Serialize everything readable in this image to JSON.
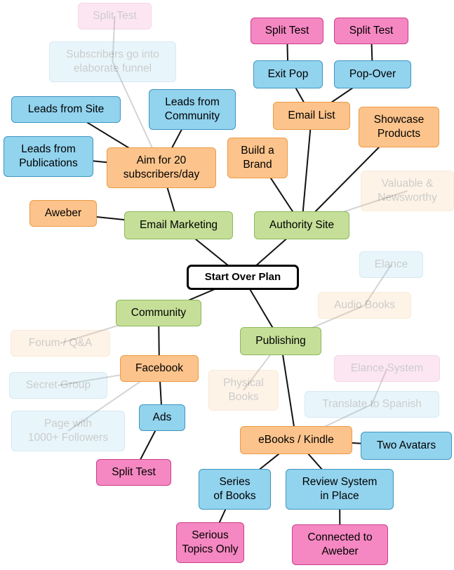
{
  "diagram": {
    "nodes": [
      {
        "id": "root",
        "text": "Start Over Plan",
        "style": "root"
      },
      {
        "id": "email_marketing",
        "text": "Email Marketing",
        "style": "green"
      },
      {
        "id": "aweber",
        "text": "Aweber",
        "style": "orange"
      },
      {
        "id": "aim20",
        "text": "Aim for 20\nsubscribers/day",
        "style": "orange"
      },
      {
        "id": "leads_site",
        "text": "Leads from Site",
        "style": "blue"
      },
      {
        "id": "leads_pubs",
        "text": "Leads from\nPublications",
        "style": "blue"
      },
      {
        "id": "leads_comm",
        "text": "Leads from\nCommunity",
        "style": "blue"
      },
      {
        "id": "subs_funnel",
        "text": "Subscribers go into\nelaborate funnel",
        "style": "blue",
        "faded": true
      },
      {
        "id": "split_faded",
        "text": "Split Test",
        "style": "pink",
        "faded": true
      },
      {
        "id": "authority_site",
        "text": "Authority Site",
        "style": "green"
      },
      {
        "id": "build_brand",
        "text": "Build a\nBrand",
        "style": "orange"
      },
      {
        "id": "email_list",
        "text": "Email List",
        "style": "orange"
      },
      {
        "id": "showcase",
        "text": "Showcase\nProducts",
        "style": "orange"
      },
      {
        "id": "valuable",
        "text": "Valuable &\nNewsworthy",
        "style": "orange",
        "faded": true
      },
      {
        "id": "exit_pop",
        "text": "Exit Pop",
        "style": "blue"
      },
      {
        "id": "pop_over",
        "text": "Pop-Over",
        "style": "blue"
      },
      {
        "id": "split_exit",
        "text": "Split Test",
        "style": "pink"
      },
      {
        "id": "split_pop",
        "text": "Split Test",
        "style": "pink"
      },
      {
        "id": "community",
        "text": "Community",
        "style": "green"
      },
      {
        "id": "forum",
        "text": "Forum / Q&A",
        "style": "orange",
        "faded": true
      },
      {
        "id": "facebook",
        "text": "Facebook",
        "style": "orange"
      },
      {
        "id": "secret_group",
        "text": "Secret Group",
        "style": "blue",
        "faded": true
      },
      {
        "id": "page_followers",
        "text": "Page with\n1000+ Followers",
        "style": "blue",
        "faded": true
      },
      {
        "id": "ads",
        "text": "Ads",
        "style": "blue"
      },
      {
        "id": "split_ads",
        "text": "Split Test",
        "style": "pink"
      },
      {
        "id": "publishing",
        "text": "Publishing",
        "style": "green"
      },
      {
        "id": "elance",
        "text": "Elance",
        "style": "blue",
        "faded": true
      },
      {
        "id": "audio_books",
        "text": "Audio Books",
        "style": "orange",
        "faded": true
      },
      {
        "id": "physical_books",
        "text": "Physical\nBooks",
        "style": "orange",
        "faded": true
      },
      {
        "id": "elance_system",
        "text": "Elance System",
        "style": "pink",
        "faded": true
      },
      {
        "id": "translate",
        "text": "Translate to Spanish",
        "style": "blue",
        "faded": true
      },
      {
        "id": "ebooks",
        "text": "eBooks / Kindle",
        "style": "orange"
      },
      {
        "id": "two_avatars",
        "text": "Two Avatars",
        "style": "blue"
      },
      {
        "id": "series",
        "text": "Series\nof Books",
        "style": "blue"
      },
      {
        "id": "review_system",
        "text": "Review System\nin Place",
        "style": "blue"
      },
      {
        "id": "serious_topics",
        "text": "Serious\nTopics Only",
        "style": "pink"
      },
      {
        "id": "connected_aweber",
        "text": "Connected to\nAweber",
        "style": "pink"
      }
    ],
    "edges": [
      [
        "root",
        "email_marketing"
      ],
      [
        "root",
        "authority_site"
      ],
      [
        "root",
        "community"
      ],
      [
        "root",
        "publishing"
      ],
      [
        "email_marketing",
        "aweber"
      ],
      [
        "email_marketing",
        "aim20"
      ],
      [
        "aim20",
        "leads_site"
      ],
      [
        "aim20",
        "leads_pubs"
      ],
      [
        "aim20",
        "leads_comm"
      ],
      [
        "aim20",
        "subs_funnel"
      ],
      [
        "subs_funnel",
        "split_faded"
      ],
      [
        "authority_site",
        "build_brand"
      ],
      [
        "authority_site",
        "email_list"
      ],
      [
        "authority_site",
        "showcase"
      ],
      [
        "authority_site",
        "valuable"
      ],
      [
        "email_list",
        "exit_pop"
      ],
      [
        "email_list",
        "pop_over"
      ],
      [
        "exit_pop",
        "split_exit"
      ],
      [
        "pop_over",
        "split_pop"
      ],
      [
        "community",
        "forum"
      ],
      [
        "community",
        "facebook"
      ],
      [
        "facebook",
        "secret_group"
      ],
      [
        "facebook",
        "page_followers"
      ],
      [
        "facebook",
        "ads"
      ],
      [
        "ads",
        "split_ads"
      ],
      [
        "publishing",
        "audio_books"
      ],
      [
        "publishing",
        "physical_books"
      ],
      [
        "publishing",
        "ebooks"
      ],
      [
        "audio_books",
        "elance"
      ],
      [
        "ebooks",
        "translate"
      ],
      [
        "ebooks",
        "two_avatars"
      ],
      [
        "ebooks",
        "series"
      ],
      [
        "ebooks",
        "review_system"
      ],
      [
        "translate",
        "elance_system"
      ],
      [
        "series",
        "serious_topics"
      ],
      [
        "review_system",
        "connected_aweber"
      ]
    ]
  }
}
